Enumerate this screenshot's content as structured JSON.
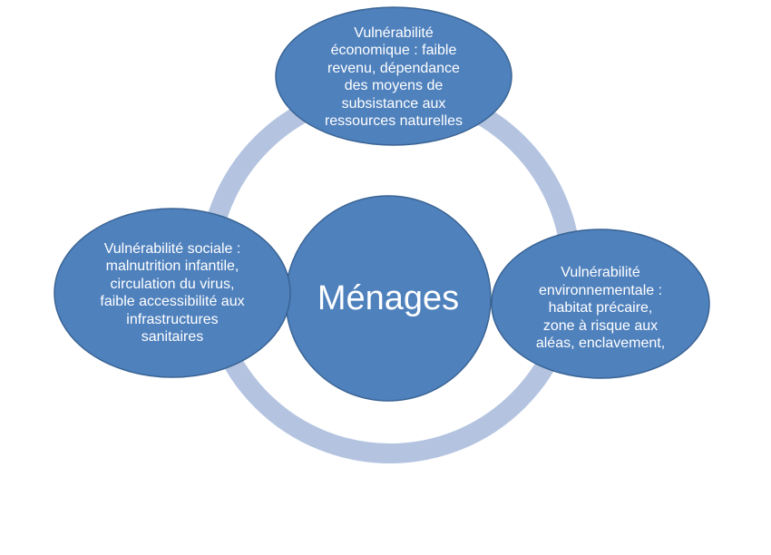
{
  "center": {
    "label": "Ménages"
  },
  "nodes": [
    {
      "id": "economique",
      "text": "Vulnérabilité\néconomique  : faible\nrevenu, dépendance\ndes moyens de\nsubsistance aux\nressources naturelles"
    },
    {
      "id": "sociale",
      "text": "Vulnérabilité sociale :\nmalnutrition infantile,\ncirculation du virus,\nfaible accessibilité aux\ninfrastructures\nsanitaires"
    },
    {
      "id": "environnementale",
      "text": "Vulnérabilité\nenvironnementale :\nhabitat précaire,\nzone à risque aux\naléas, enclavement,"
    }
  ],
  "colors": {
    "node_fill": "#4F81BD",
    "node_stroke": "#3A6494",
    "ring": "#B4C4E0",
    "text": "#FFFFFF"
  }
}
